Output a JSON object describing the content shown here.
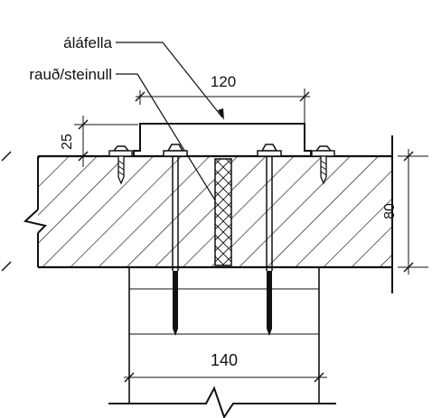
{
  "labels": {
    "flashing": "áláfella",
    "insulation": "rauð/steinull"
  },
  "dimensions": {
    "flashing_width": "120",
    "beam_width": "140",
    "top_offset": "25",
    "slab_thickness": "80"
  }
}
